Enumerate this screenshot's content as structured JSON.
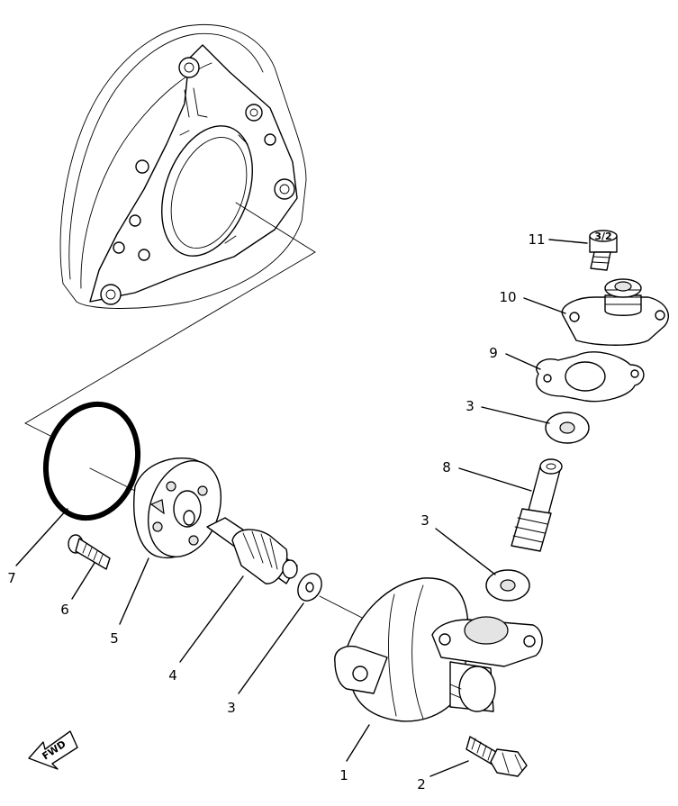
{
  "callouts": [
    {
      "id": "1",
      "text": "1"
    },
    {
      "id": "2",
      "text": "2"
    },
    {
      "id": "3a",
      "text": "3"
    },
    {
      "id": "3b",
      "text": "3"
    },
    {
      "id": "3c",
      "text": "3"
    },
    {
      "id": "4",
      "text": "4"
    },
    {
      "id": "5",
      "text": "5"
    },
    {
      "id": "6",
      "text": "6"
    },
    {
      "id": "7",
      "text": "7"
    },
    {
      "id": "8",
      "text": "8"
    },
    {
      "id": "9",
      "text": "9"
    },
    {
      "id": "10",
      "text": "10"
    },
    {
      "id": "11",
      "text": "11"
    }
  ],
  "fwd_label": "FWD",
  "bolt_head_mark": "3/2"
}
